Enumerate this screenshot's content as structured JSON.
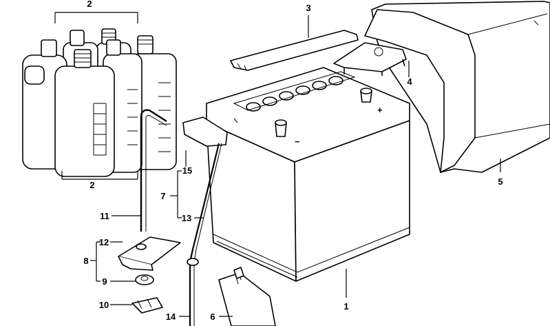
{
  "callouts": {
    "c1": "1",
    "c2": "2",
    "c3": "3",
    "c4": "4",
    "c5": "5",
    "c6": "6",
    "c7": "7",
    "c8": "8",
    "c9": "9",
    "c10": "10",
    "c11": "11",
    "c12": "12",
    "c13": "13",
    "c14": "14",
    "c15": "15"
  },
  "battery_symbols": {
    "plus": "+",
    "minus": "−"
  }
}
